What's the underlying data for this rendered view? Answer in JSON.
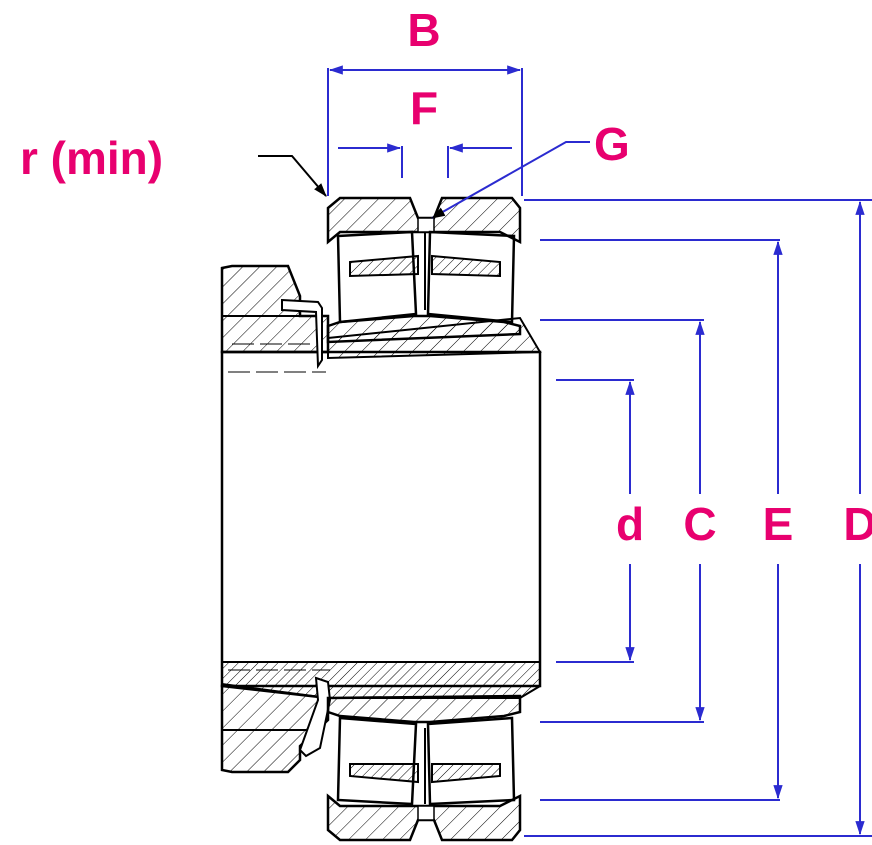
{
  "labels": {
    "B": "B",
    "F": "F",
    "G": "G",
    "r_min": "r (min)",
    "d": "d",
    "C": "C",
    "E": "E",
    "D": "D"
  },
  "colors": {
    "label": "#e8006f",
    "dimension": "#2b2bd0",
    "outline": "#000000"
  }
}
